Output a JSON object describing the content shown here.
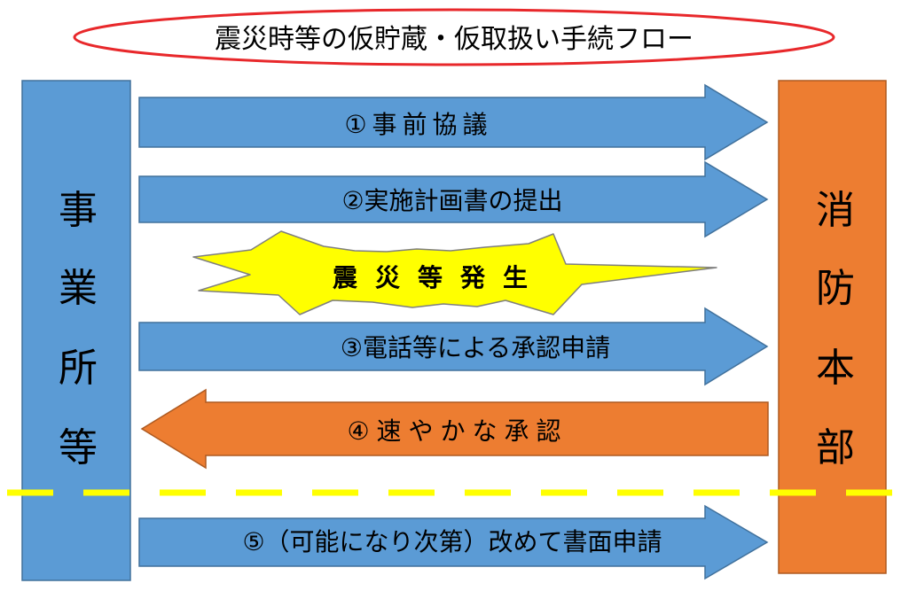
{
  "title": "震災時等の仮貯蔵・仮取扱い手続フロー",
  "left_box": {
    "label": "事業所等",
    "color": "#5b9bd5"
  },
  "right_box": {
    "label": "消防本部",
    "color": "#ed7d31"
  },
  "steps": [
    {
      "label": "①事前協議",
      "direction": "right",
      "color": "#5b9bd5"
    },
    {
      "label": "②実施計画書の提出",
      "direction": "right",
      "color": "#5b9bd5"
    },
    {
      "label": "③電話等による承認申請",
      "direction": "right",
      "color": "#5b9bd5"
    },
    {
      "label": "④速やかな承認",
      "direction": "left",
      "color": "#ed7d31"
    },
    {
      "label": "⑤（可能になり次第）改めて書面申請",
      "direction": "right",
      "color": "#5b9bd5"
    }
  ],
  "event": {
    "label": "震災等発生",
    "color": "#ffff00"
  },
  "colors": {
    "title_border": "#e8282b",
    "divider": "#ffff00",
    "outline": "#41719c"
  }
}
